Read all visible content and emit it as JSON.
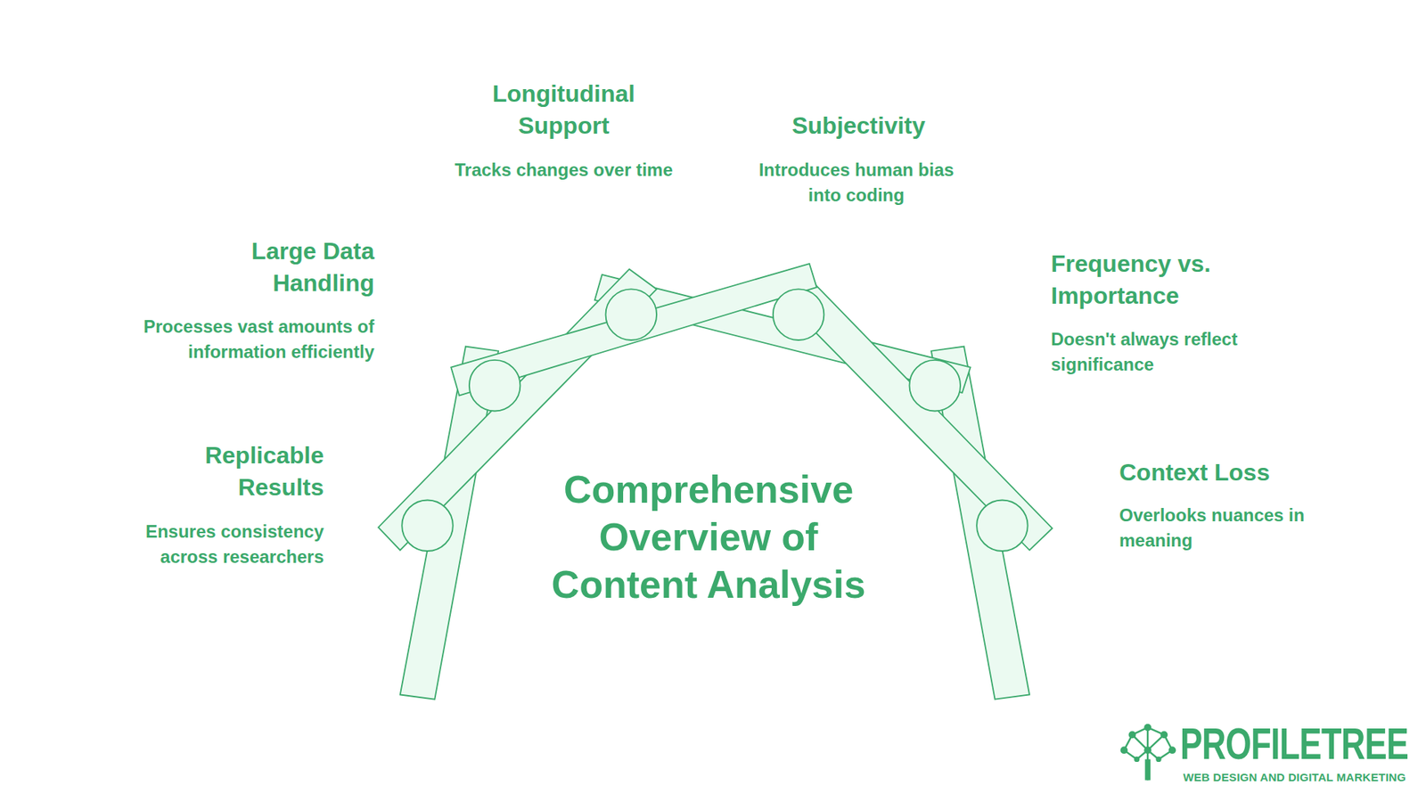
{
  "diagram": {
    "title": "Comprehensive Overview of Content Analysis",
    "labels": [
      "Longitudinal Support",
      "Tracks changes over time",
      "Subjectivity",
      "Introduces human bias into coding",
      "Large Data Handling",
      "Processes vast amounts of information efficiently",
      "Frequency vs. Importance",
      "Doesn't always reflect significance",
      "Replicable Results",
      "Ensures consistency across researchers",
      "Context Loss",
      "Overlooks nuances in meaning",
      "PROFILETREE",
      "WEB DESIGN AND DIGITAL MARKETING"
    ]
  }
}
